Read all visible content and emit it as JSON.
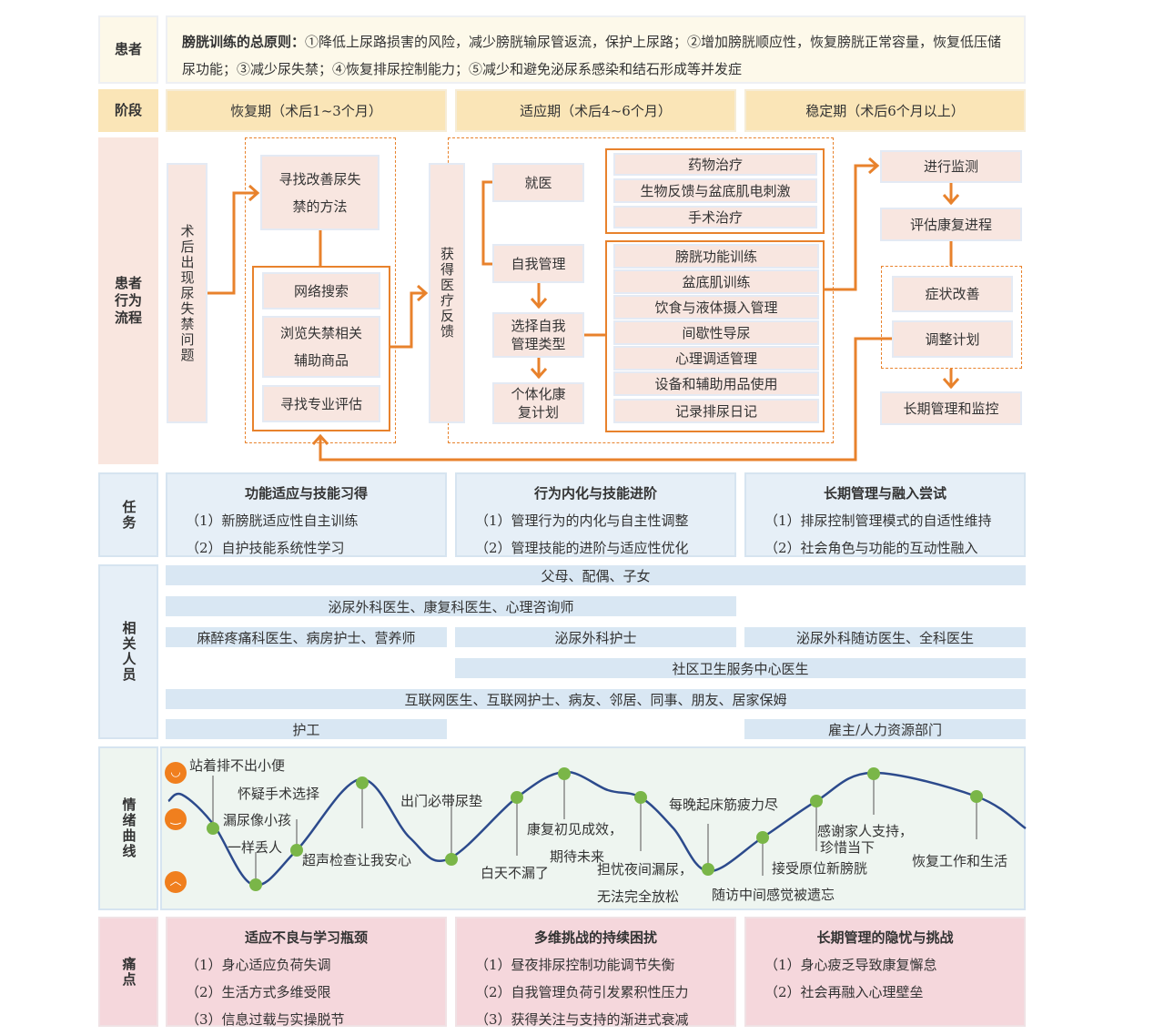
{
  "patient": {
    "label": "患者",
    "principle_title": "膀胱训练的总原则：",
    "principle_text": "①降低上尿路损害的风险，减少膀胱输尿管返流，保护上尿路；②增加膀胱顺应性，恢复膀胱正常容量，恢复低压储尿功能；③减少尿失禁；④恢复排尿控制能力；⑤减少和避免泌尿系感染和结石形成等并发症"
  },
  "stages": {
    "label": "阶段",
    "items": [
      "恢复期（术后1~3个月）",
      "适应期（术后4~6个月）",
      "稳定期（术后6个月以上）"
    ]
  },
  "flow": {
    "label": "患者行为流程",
    "problem": "术后出现尿失禁问题",
    "seek": "寻找改善尿失禁的方法",
    "search_items": [
      "网络搜索",
      "浏览失禁相关辅助商品",
      "寻找专业评估"
    ],
    "feedback": "获得医疗反馈",
    "visit": "就医",
    "self_mgmt": "自我管理",
    "choose_type": "选择自我管理类型",
    "plan": "个体化康复计划",
    "treatments": [
      "药物治疗",
      "生物反馈与盆底肌电刺激",
      "手术治疗"
    ],
    "self_items": [
      "膀胱功能训练",
      "盆底肌训练",
      "饮食与液体摄入管理",
      "间歇性导尿",
      "心理调适管理",
      "设备和辅助用品使用",
      "记录排尿日记"
    ],
    "monitor": "进行监测",
    "evaluate": "评估康复进程",
    "improve": "症状改善",
    "adjust": "调整计划",
    "long_term": "长期管理和监控"
  },
  "tasks": {
    "label": "任务",
    "items": [
      {
        "title": "功能适应与技能习得",
        "lines": [
          "（1）新膀胱适应性自主训练",
          "（2）自护技能系统性学习"
        ]
      },
      {
        "title": "行为内化与技能进阶",
        "lines": [
          "（1）管理行为的内化与自主性调整",
          "（2）管理技能的进阶与适应性优化"
        ]
      },
      {
        "title": "长期管理与融入尝试",
        "lines": [
          "（1）排尿控制管理模式的自适性维持",
          "（2）社会角色与功能的互动性融入"
        ]
      }
    ]
  },
  "people": {
    "label": "相关人员",
    "bars": [
      "父母、配偶、子女",
      "泌尿外科医生、康复科医生、心理咨询师",
      "麻醉疼痛科医生、病房护士、营养师",
      "泌尿外科护士",
      "泌尿外科随访医生、全科医生",
      "社区卫生服务中心医生",
      "互联网医生、互联网护士、病友、邻居、同事、朋友、居家保姆",
      "护工",
      "雇主/人力资源部门"
    ]
  },
  "emotion": {
    "label": "情绪曲线",
    "faces": [
      "happy",
      "neutral",
      "angry"
    ],
    "events": [
      "站着排不出小便",
      "漏尿像小孩一样丢人",
      "怀疑手术选择",
      "超声检查让我安心",
      "出门必带尿垫",
      "白天不漏了",
      "康复初见成效，期待未来",
      "每晚起床筋疲力尽",
      "担忧夜间漏尿，无法完全放松",
      "随访中间感觉被遗忘",
      "接受原位新膀胱",
      "感谢家人支持，珍惜当下",
      "恢复工作和生活"
    ],
    "event_parts": [
      "漏尿像小孩",
      "一样丢人",
      "康复初见成效，",
      "期待未来",
      "担忧夜间漏尿，",
      "无法完全放松",
      "感谢家人支持，",
      "珍惜当下"
    ]
  },
  "pain": {
    "label": "痛点",
    "items": [
      {
        "title": "适应不良与学习瓶颈",
        "lines": [
          "（1）身心适应负荷失调",
          "（2）生活方式多维受限",
          "（3）信息过载与实操脱节"
        ]
      },
      {
        "title": "多维挑战的持续困扰",
        "lines": [
          "（1）昼夜排尿控制功能调节失衡",
          "（2）自我管理负荷引发累积性压力",
          "（3）获得关注与支持的渐进式衰减"
        ]
      },
      {
        "title": "长期管理的隐忧与挑战",
        "lines": [
          "（1）身心疲乏导致康复懈怠",
          "（2）社会再融入心理壁垒"
        ]
      }
    ]
  },
  "colors": {
    "orange": "#e8822c",
    "curve": "#2c4a8c",
    "dot": "#7ab648"
  }
}
